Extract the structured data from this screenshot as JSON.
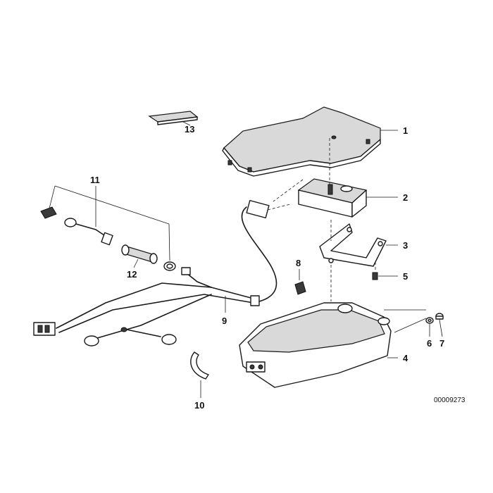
{
  "diagram": {
    "drawing_number": "00009273",
    "callouts": [
      {
        "id": "1",
        "label": "1"
      },
      {
        "id": "2",
        "label": "2"
      },
      {
        "id": "3",
        "label": "3"
      },
      {
        "id": "4",
        "label": "4"
      },
      {
        "id": "5",
        "label": "5"
      },
      {
        "id": "6",
        "label": "6"
      },
      {
        "id": "7",
        "label": "7"
      },
      {
        "id": "8",
        "label": "8"
      },
      {
        "id": "9",
        "label": "9"
      },
      {
        "id": "10",
        "label": "10"
      },
      {
        "id": "11",
        "label": "11"
      },
      {
        "id": "12",
        "label": "12"
      },
      {
        "id": "13",
        "label": "13"
      }
    ],
    "colors": {
      "line": "#1a1a1a",
      "background": "#ffffff"
    }
  }
}
